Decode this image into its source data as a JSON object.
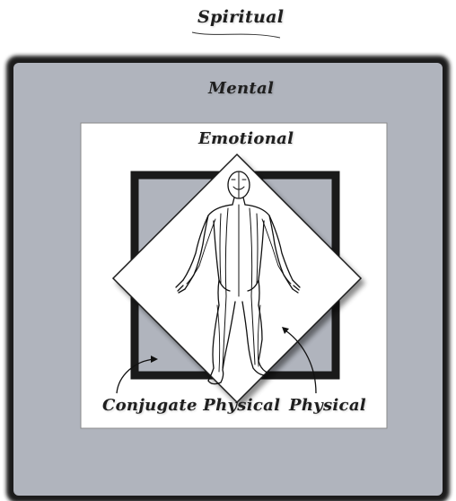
{
  "diagram": {
    "labels": {
      "spiritual": "Spiritual",
      "mental": "Mental",
      "emotional": "Emotional",
      "conjugate_physical": "Conjugate Physical",
      "physical": "Physical"
    },
    "colors": {
      "mental_fill": "#b0b4bd",
      "mental_border": "#1a1a1a",
      "emotional_fill": "#ffffff",
      "conjugate_fill": "#b0b4bd",
      "conjugate_border": "#1a1a1a",
      "physical_fill": "#ffffff",
      "ink": "#111111"
    },
    "figure": "human-meridian-figure"
  }
}
